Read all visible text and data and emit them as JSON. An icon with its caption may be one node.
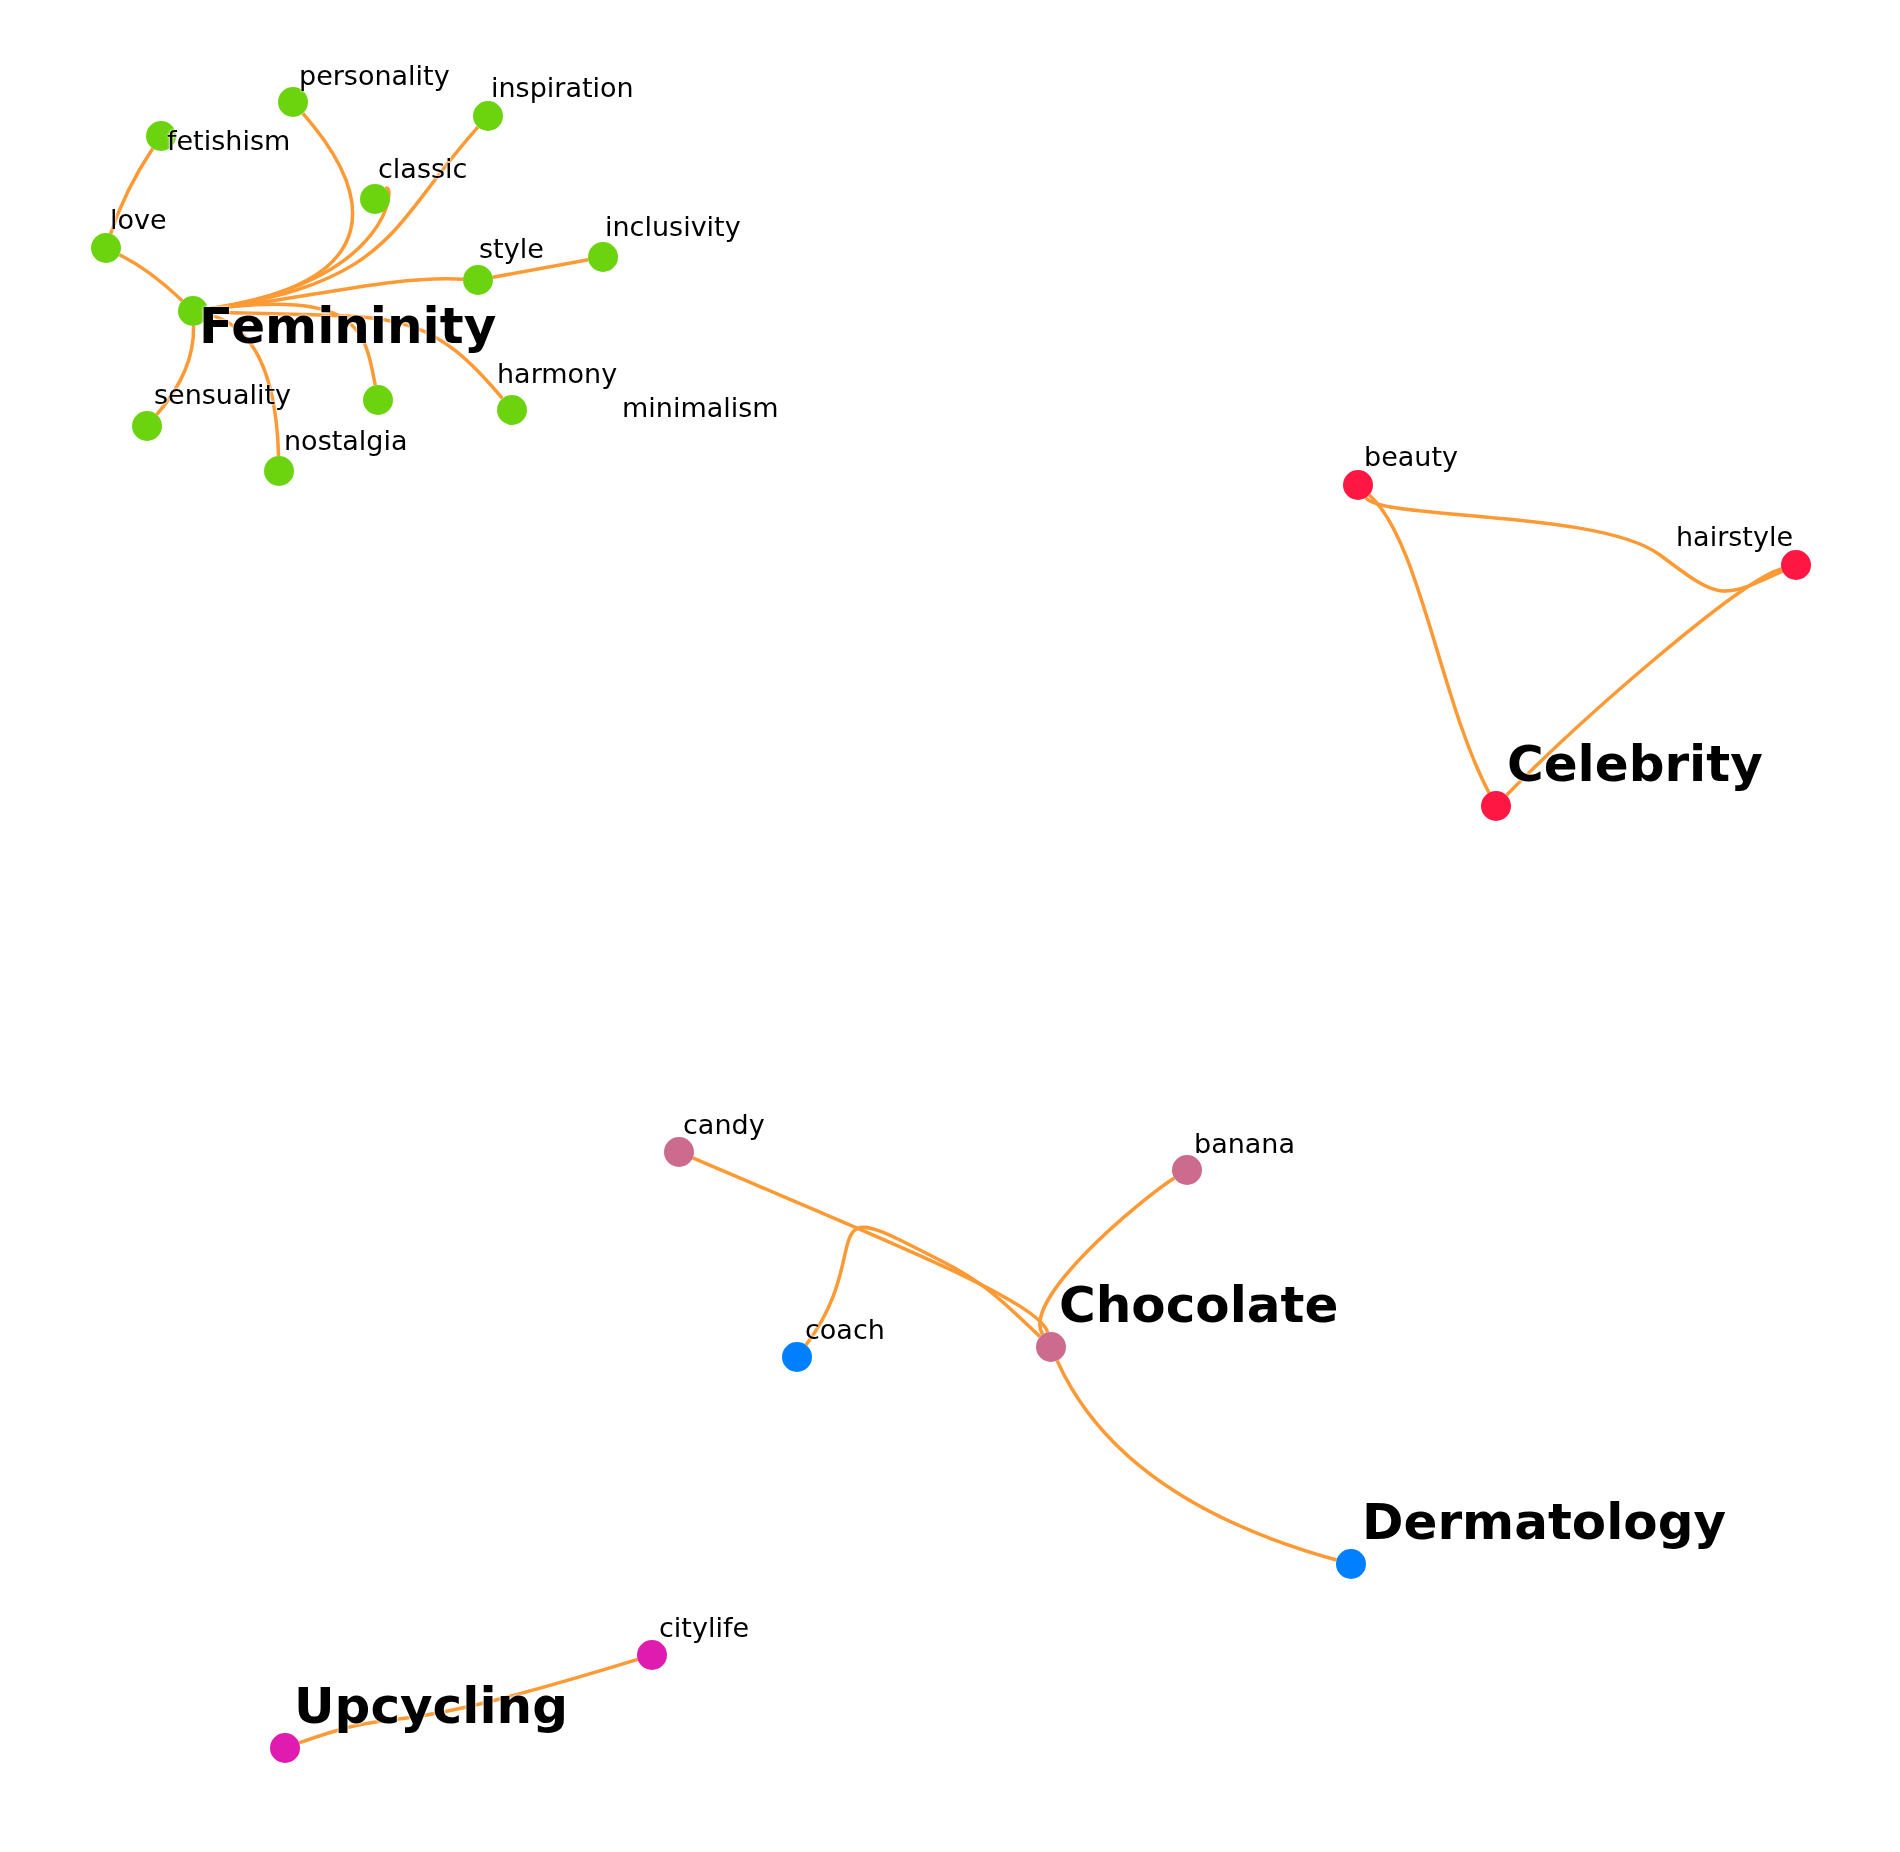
{
  "diagram": {
    "nodes": [
      {
        "text": [
          "personality"
        ]
      },
      {
        "text": [
          "inspiration"
        ]
      },
      {
        "text": [
          "fetishism"
        ]
      },
      {
        "text": [
          "classic"
        ]
      },
      {
        "text": [
          "love"
        ]
      },
      {
        "text": [
          "inclusivity"
        ]
      },
      {
        "text": [
          "style"
        ]
      },
      {
        "text": [
          "Femininity"
        ]
      },
      {
        "text": [
          "sensuality"
        ]
      },
      {
        "text": [],
        "shape": "circle"
      },
      {
        "text": [
          "harmony"
        ]
      },
      {
        "text": [
          "nostalgia"
        ]
      },
      {
        "text": [
          "beauty"
        ]
      },
      {
        "text": [
          "hairstyle"
        ]
      },
      {
        "text": [
          "Celebrity"
        ]
      },
      {
        "text": [
          "candy"
        ]
      },
      {
        "text": [
          "banana"
        ]
      },
      {
        "text": [
          "coach"
        ]
      },
      {
        "text": [
          "Chocolate"
        ]
      },
      {
        "text": [
          "Dermatology"
        ]
      },
      {
        "text": [
          "citylife"
        ]
      },
      {
        "text": [
          "Upcycling"
        ]
      }
    ],
    "edges": [
      {
        "from": 7,
        "to": 0,
        "arrow": "none"
      },
      {
        "from": 7,
        "to": 3,
        "arrow": "none"
      },
      {
        "from": 7,
        "to": 1,
        "arrow": "none"
      },
      {
        "from": 7,
        "to": 6,
        "arrow": "none"
      },
      {
        "from": 6,
        "to": 5,
        "arrow": "none"
      },
      {
        "from": 7,
        "to": 10,
        "arrow": "none"
      },
      {
        "from": 7,
        "to": 9,
        "arrow": "none"
      },
      {
        "from": 7,
        "to": 4,
        "arrow": "none"
      },
      {
        "from": 4,
        "to": 2,
        "arrow": "none"
      },
      {
        "from": 7,
        "to": 8,
        "arrow": "none"
      },
      {
        "from": 7,
        "to": 11,
        "arrow": "none"
      },
      {
        "from": 12,
        "to": 13,
        "arrow": "none"
      },
      {
        "from": 12,
        "to": 14,
        "arrow": "none"
      },
      {
        "from": 13,
        "to": 14,
        "arrow": "none"
      },
      {
        "from": 15,
        "to": 18,
        "arrow": "none"
      },
      {
        "from": 16,
        "to": 18,
        "arrow": "none"
      },
      {
        "from": 17,
        "to": 18,
        "arrow": "none"
      },
      {
        "from": 18,
        "to": 19,
        "arrow": "none"
      },
      {
        "from": 20,
        "to": 21,
        "arrow": "none"
      }
    ],
    "labels": [
      "minimalism"
    ]
  }
}
